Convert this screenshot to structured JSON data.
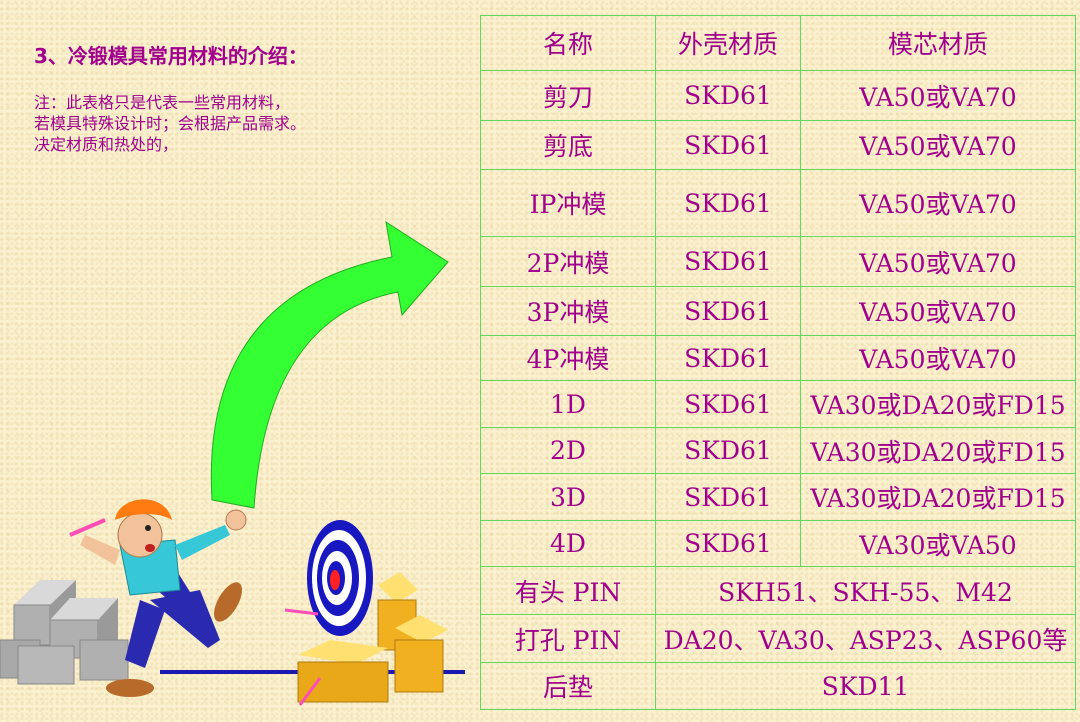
{
  "heading": "3、冷锻模具常用材料的介绍：",
  "note_lines": [
    "注：此表格只是代表一些常用材料，",
    "若模具特殊设计时；会根据产品需求。",
    "决定材质和热处的，"
  ],
  "table": {
    "headers": [
      "名称",
      "外壳材质",
      "模芯材质"
    ],
    "rows": [
      [
        "剪刀",
        "SKD61",
        "VA50或VA70"
      ],
      [
        "剪底",
        "SKD61",
        "VA50或VA70"
      ],
      [
        "IP冲模",
        "SKD61",
        "VA50或VA70"
      ],
      [
        "2P冲模",
        "SKD61",
        "VA50或VA70"
      ],
      [
        "3P冲模",
        "SKD61",
        "VA50或VA70"
      ],
      [
        "4P冲模",
        "SKD61",
        "VA50或VA70"
      ],
      [
        "1D",
        "SKD61",
        "VA30或DA20或FD15"
      ],
      [
        "2D",
        "SKD61",
        "VA30或DA20或FD15"
      ],
      [
        "3D",
        "SKD61",
        "VA30或DA20或FD15"
      ],
      [
        "4D",
        "SKD61",
        "VA30或VA50"
      ]
    ],
    "merged_rows": [
      [
        "有头 PIN",
        "SKH51、SKH-55、M42"
      ],
      [
        "打孔 PIN",
        "DA20、VA30、ASP23、ASP60等"
      ],
      [
        "后垫",
        "SKD11"
      ]
    ]
  },
  "colors": {
    "text": "#a0008c",
    "table_border": "#5ed85e",
    "arrow": "#33ff33",
    "background": "#fbf1cf"
  },
  "illustration_icons": [
    "curved-arrow-icon",
    "cartoon-man-icon",
    "dart-target-icon",
    "stone-blocks-icon",
    "boxes-icon"
  ]
}
